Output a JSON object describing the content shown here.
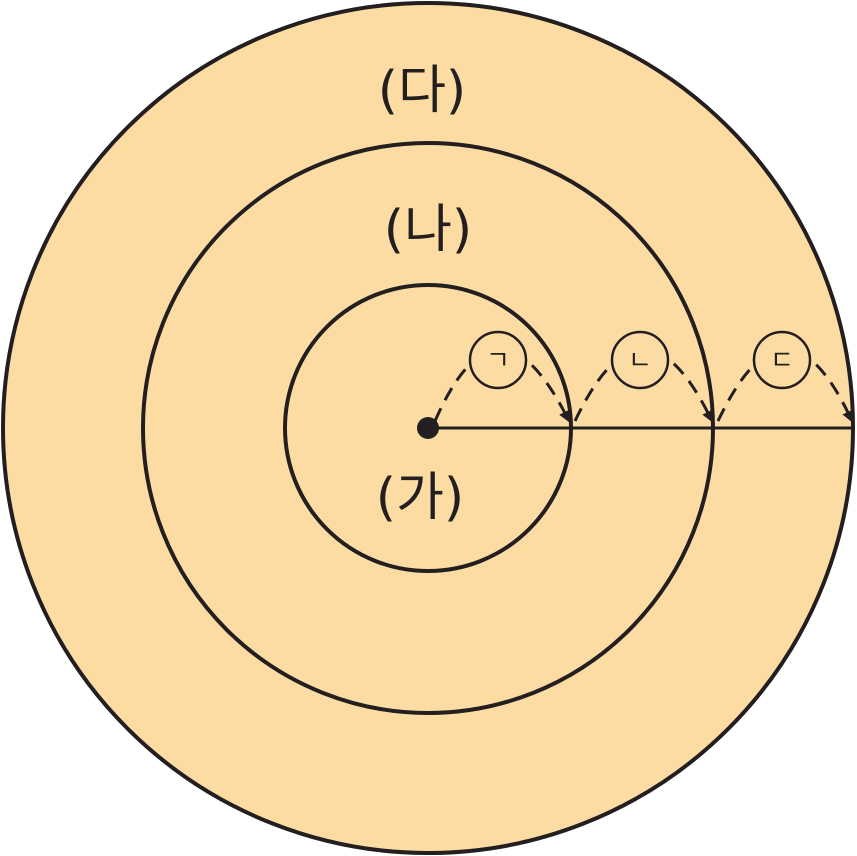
{
  "colors": {
    "fill": "#fddca3",
    "stroke": "#231f20"
  },
  "regions": {
    "inner": "(가)",
    "middle": "(나)",
    "outer": "(다)"
  },
  "segments": {
    "first": "ㄱ",
    "second": "ㄴ",
    "third": "ㄷ"
  }
}
